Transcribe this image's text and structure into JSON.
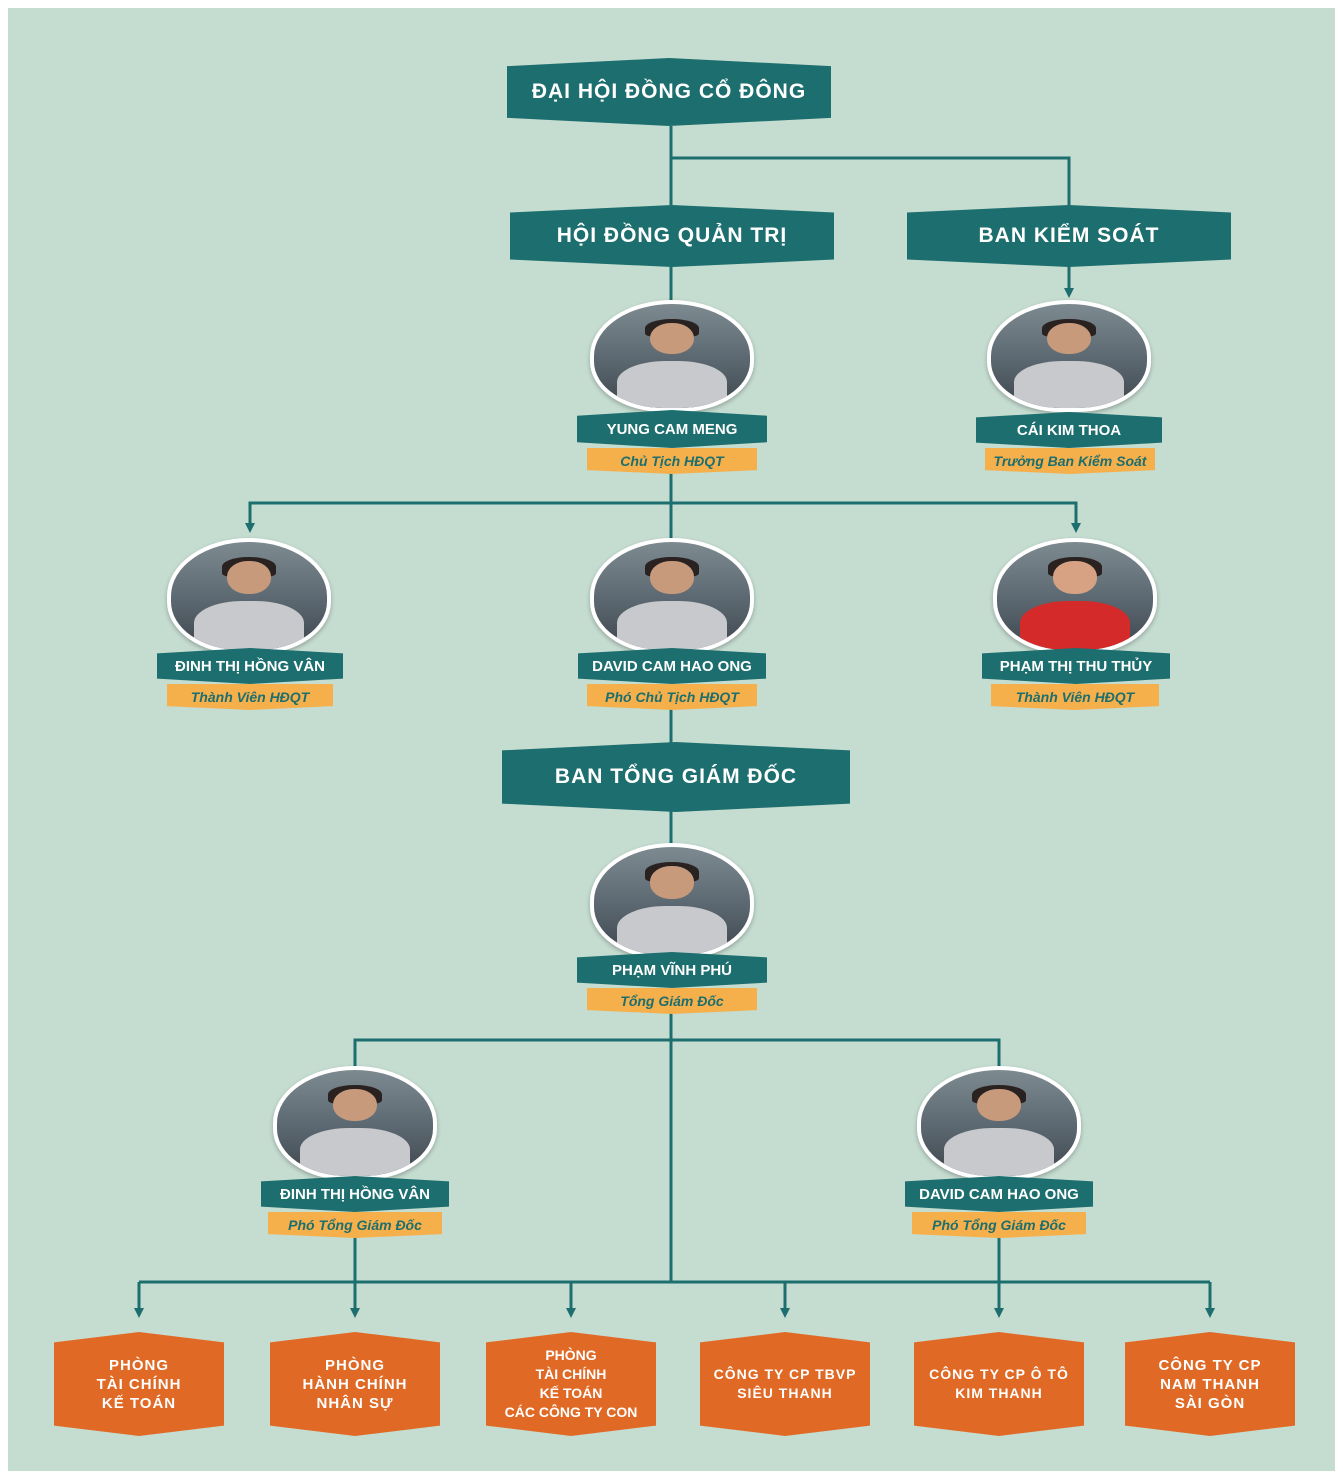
{
  "colors": {
    "background": "#c5dcd1",
    "teal": "#1d6e6e",
    "orange": "#e06a25",
    "gold": "#f5b04c"
  },
  "top": {
    "shareholders": "ĐẠI HỘI ĐỒNG CỔ ĐÔNG"
  },
  "board": {
    "title": "HỘI ĐỒNG QUẢN TRỊ"
  },
  "supervisory": {
    "title": "BAN KIỂM SOÁT"
  },
  "chairman": {
    "name": "YUNG CAM MENG",
    "role": "Chủ Tịch HĐQT",
    "icon": "person-photo"
  },
  "supervisor_head": {
    "name": "CÁI KIM THOA",
    "role": "Trưởng Ban Kiểm Soát",
    "icon": "person-photo"
  },
  "board_members": [
    {
      "name": "ĐINH THỊ HỒNG VÂN",
      "role": "Thành Viên HĐQT"
    },
    {
      "name": "DAVID CAM HAO ONG",
      "role": "Phó Chủ Tịch HĐQT"
    },
    {
      "name": "PHẠM THỊ THU THỦY",
      "role": "Thành Viên HĐQT"
    }
  ],
  "executive": {
    "title": "BAN TỔNG GIÁM ĐỐC"
  },
  "ceo": {
    "name": "PHẠM VĨNH PHÚ",
    "role": "Tổng Giám Đốc"
  },
  "deputies": [
    {
      "name": "ĐINH THỊ HỒNG VÂN",
      "role": "Phó Tổng Giám Đốc"
    },
    {
      "name": "DAVID CAM HAO ONG",
      "role": "Phó Tổng Giám Đốc"
    }
  ],
  "units": [
    "PHÒNG\nTÀI CHÍNH\nKẾ TOÁN",
    "PHÒNG\nHÀNH CHÍNH\nNHÂN SỰ",
    "PHÒNG\nTÀI CHÍNH\nKẾ TOÁN\nCÁC CÔNG TY CON",
    "CÔNG TY CP TBVP\nSIÊU THANH",
    "CÔNG TY CP Ô TÔ\nKIM THANH",
    "CÔNG TY CP\nNAM THANH\nSÀI GÒN"
  ]
}
